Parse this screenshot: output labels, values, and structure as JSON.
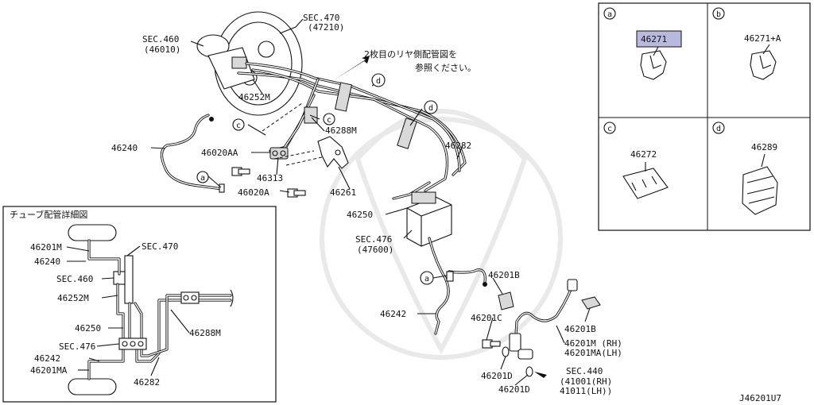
{
  "diagram_code": "J46201U7",
  "main": {
    "note_line1": "2枚目のリヤ側配管図を",
    "note_line2": "参照ください。",
    "sec470_top": "SEC.470",
    "sec470_top_sub": "(47210)",
    "sec460_top": "SEC.460",
    "sec460_top_sub": "(46010)",
    "p46252M": "46252M",
    "p46288M": "46288M",
    "p46240": "46240",
    "p46020AA": "46020AA",
    "p46313": "46313",
    "p46020A": "46020A",
    "p46261": "46261",
    "p46282": "46282",
    "p46250": "46250",
    "sec476": "SEC.476",
    "sec476_sub": "(47600)",
    "p46201B_top": "46201B",
    "p46242": "46242",
    "p46201C": "46201C",
    "p46201D_a": "46201D",
    "p46201D_b": "46201D",
    "p46201B_right": "46201B",
    "p46201M_rh": "46201M (RH)",
    "p46201MA_lh": "46201MA(LH)",
    "sec440": "SEC.440",
    "sec440_rh": "(41001(RH)",
    "sec440_lh": " 41011(LH))",
    "callouts": {
      "a": "a",
      "c": "c",
      "d": "d"
    }
  },
  "inset_parts": {
    "a_letter": "a",
    "a_part": "46271",
    "b_letter": "b",
    "b_part": "46271+A",
    "c_letter": "c",
    "c_part": "46272",
    "d_letter": "d",
    "d_part": "46289"
  },
  "inset_piping": {
    "title": "チューブ配管詳細図",
    "p46201M": "46201M",
    "p46240": "46240",
    "sec460": "SEC.460",
    "p46252M": "46252M",
    "p46250": "46250",
    "sec476": "SEC.476",
    "p46242": "46242",
    "p46201MA": "46201MA",
    "sec470": "SEC.470",
    "p46288M": "46288M",
    "p46282": "46282"
  },
  "colors": {
    "highlight": "#b9b9dd",
    "line": "#111111"
  }
}
